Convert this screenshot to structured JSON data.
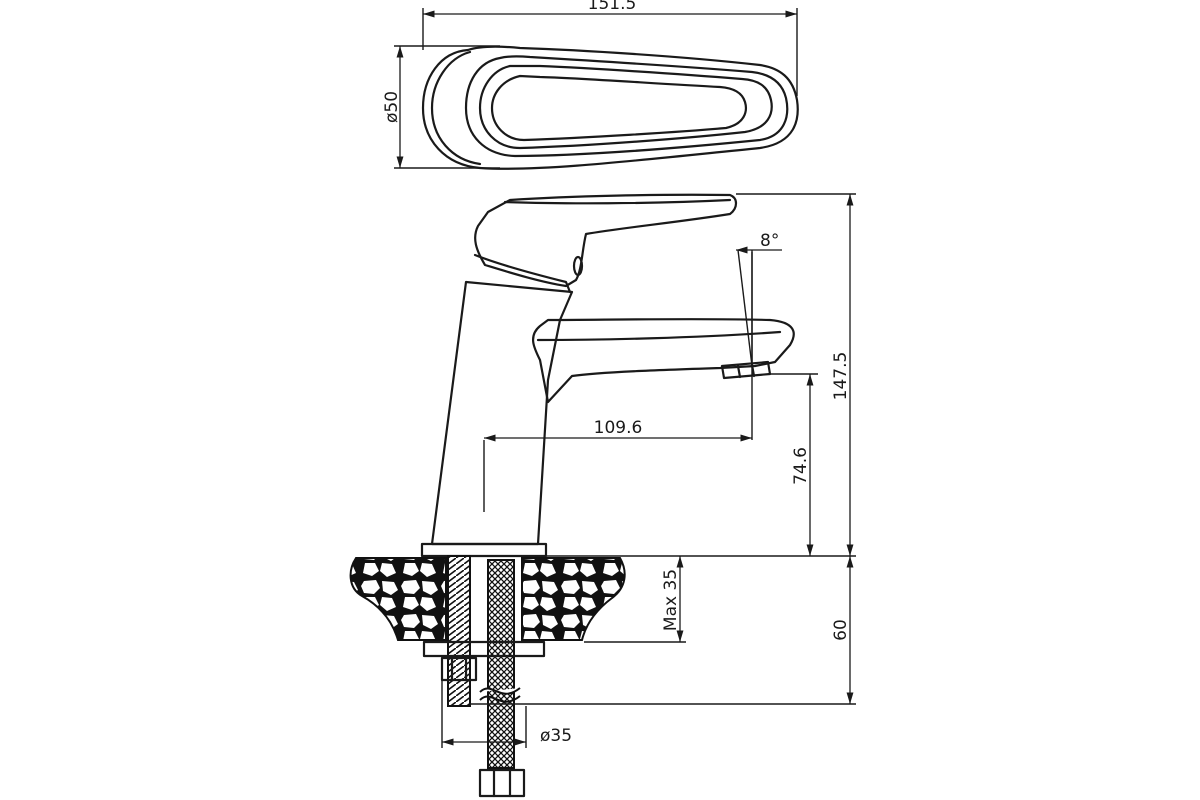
{
  "dimensions": {
    "overall_length": "151.5",
    "handle_diameter": "ø50",
    "total_height": "147.5",
    "spout_reach": "109.6",
    "spout_height": "74.6",
    "spout_angle": "8°",
    "max_deck_thickness": "Max 35",
    "below_deck_length": "60",
    "base_diameter": "ø35"
  }
}
